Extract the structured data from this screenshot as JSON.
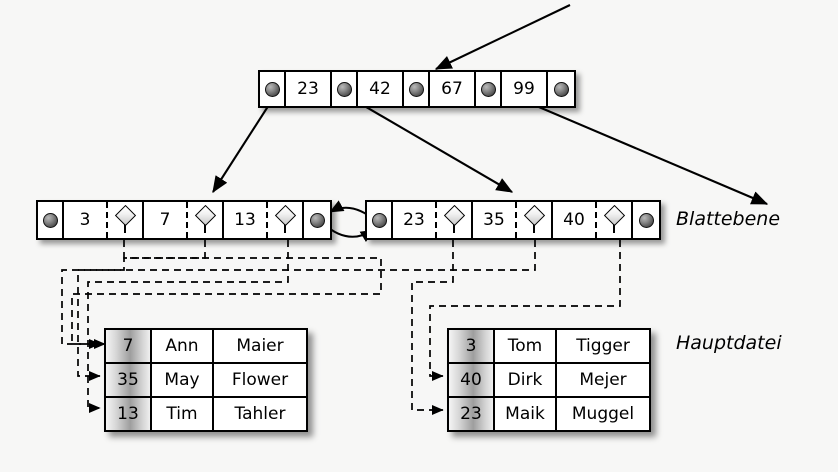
{
  "diagram": {
    "title": "B+ tree index with leaf level and main data file",
    "background_color": "#f7f7f6",
    "line_color": "#000000"
  },
  "labels": {
    "leaf_level": "Blattebene",
    "main_file": "Hauptdatei"
  },
  "root_node": {
    "name": "root-index-node",
    "keys": [
      "23",
      "42",
      "67",
      "99"
    ],
    "pointer_count": 5,
    "pointer_icon": "sphere-pointer-icon"
  },
  "leaf_nodes": [
    {
      "name": "leaf-node-left",
      "prev_pointer_icon": "sphere-pointer-icon",
      "next_pointer_icon": "sphere-pointer-icon",
      "entries": [
        {
          "key": "3",
          "record_pointer_icon": "diamond-record-pointer-icon"
        },
        {
          "key": "7",
          "record_pointer_icon": "diamond-record-pointer-icon"
        },
        {
          "key": "13",
          "record_pointer_icon": "diamond-record-pointer-icon"
        }
      ]
    },
    {
      "name": "leaf-node-right",
      "prev_pointer_icon": "sphere-pointer-icon",
      "next_pointer_icon": "sphere-pointer-icon",
      "entries": [
        {
          "key": "23",
          "record_pointer_icon": "diamond-record-pointer-icon"
        },
        {
          "key": "35",
          "record_pointer_icon": "diamond-record-pointer-icon"
        },
        {
          "key": "40",
          "record_pointer_icon": "diamond-record-pointer-icon"
        }
      ]
    }
  ],
  "data_tables": [
    {
      "name": "data-table-left",
      "rows": [
        {
          "key": "7",
          "first_name": "Ann",
          "last_name": "Maier"
        },
        {
          "key": "35",
          "first_name": "May",
          "last_name": "Flower"
        },
        {
          "key": "13",
          "first_name": "Tim",
          "last_name": "Tahler"
        }
      ]
    },
    {
      "name": "data-table-right",
      "rows": [
        {
          "key": "3",
          "first_name": "Tom",
          "last_name": "Tigger"
        },
        {
          "key": "40",
          "first_name": "Dirk",
          "last_name": "Mejer"
        },
        {
          "key": "23",
          "first_name": "Maik",
          "last_name": "Muggel"
        }
      ]
    }
  ]
}
